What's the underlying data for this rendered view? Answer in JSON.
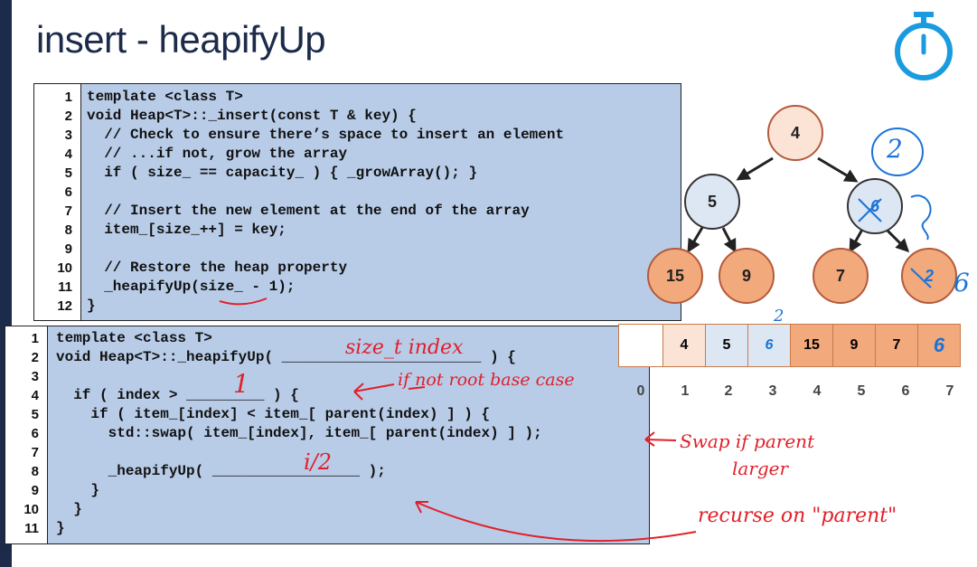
{
  "title": "insert - heapifyUp",
  "colors": {
    "code_bg": "#b8cce8",
    "node_root": "#fbe3d6",
    "node_mid": "#dde6f3",
    "node_leaf": "#f2a97c",
    "ink_red": "#e0202a",
    "ink_blue": "#1a73d8",
    "accent_navy": "#1c2b4a"
  },
  "timer_icon": "stopwatch-icon",
  "code_insert": {
    "line_numbers": [
      "1",
      "2",
      "3",
      "4",
      "5",
      "6",
      "7",
      "8",
      "9",
      "10",
      "11",
      "12"
    ],
    "lines": [
      "template <class T>",
      "void Heap<T>::_insert(const T & key) {",
      "  // Check to ensure there’s space to insert an element",
      "  // ...if not, grow the array",
      "  if ( size_ == capacity_ ) { _growArray(); }",
      "",
      "  // Insert the new element at the end of the array",
      "  item_[size_++] = key;",
      "",
      "  // Restore the heap property",
      "  _heapifyUp(size_ - 1);",
      "}"
    ]
  },
  "code_heapify": {
    "line_numbers": [
      "1",
      "2",
      "3",
      "4",
      "5",
      "6",
      "7",
      "8",
      "9",
      "10",
      "11"
    ],
    "lines": [
      "template <class T>",
      "void Heap<T>::_heapifyUp( _______________________ ) {",
      "",
      "  if ( index > _________ ) {",
      "    if ( item_[index] < item_[ parent(index) ] ) {",
      "      std::swap( item_[index], item_[ parent(index) ] );",
      "",
      "      _heapifyUp( _________________ );",
      "    }",
      "  }",
      "}"
    ]
  },
  "tree": {
    "nodes": [
      "4",
      "5",
      "6",
      "15",
      "9",
      "7",
      "6"
    ],
    "crossed": [
      "6",
      "2"
    ]
  },
  "array": {
    "cells": [
      "",
      "4",
      "5",
      "6",
      "15",
      "9",
      "7",
      "6"
    ],
    "indices": [
      "0",
      "1",
      "2",
      "3",
      "4",
      "5",
      "6",
      "7"
    ]
  },
  "annotations": {
    "param": "size_t index",
    "base_value": "1",
    "base_note": "if not root base case",
    "recurse_arg": "i/2",
    "swap_note_1": "Swap if parent",
    "swap_note_2": "larger",
    "recurse_note": "recurse on \"parent\"",
    "circled": "2",
    "blue_six": "6",
    "blue_two": "2"
  }
}
